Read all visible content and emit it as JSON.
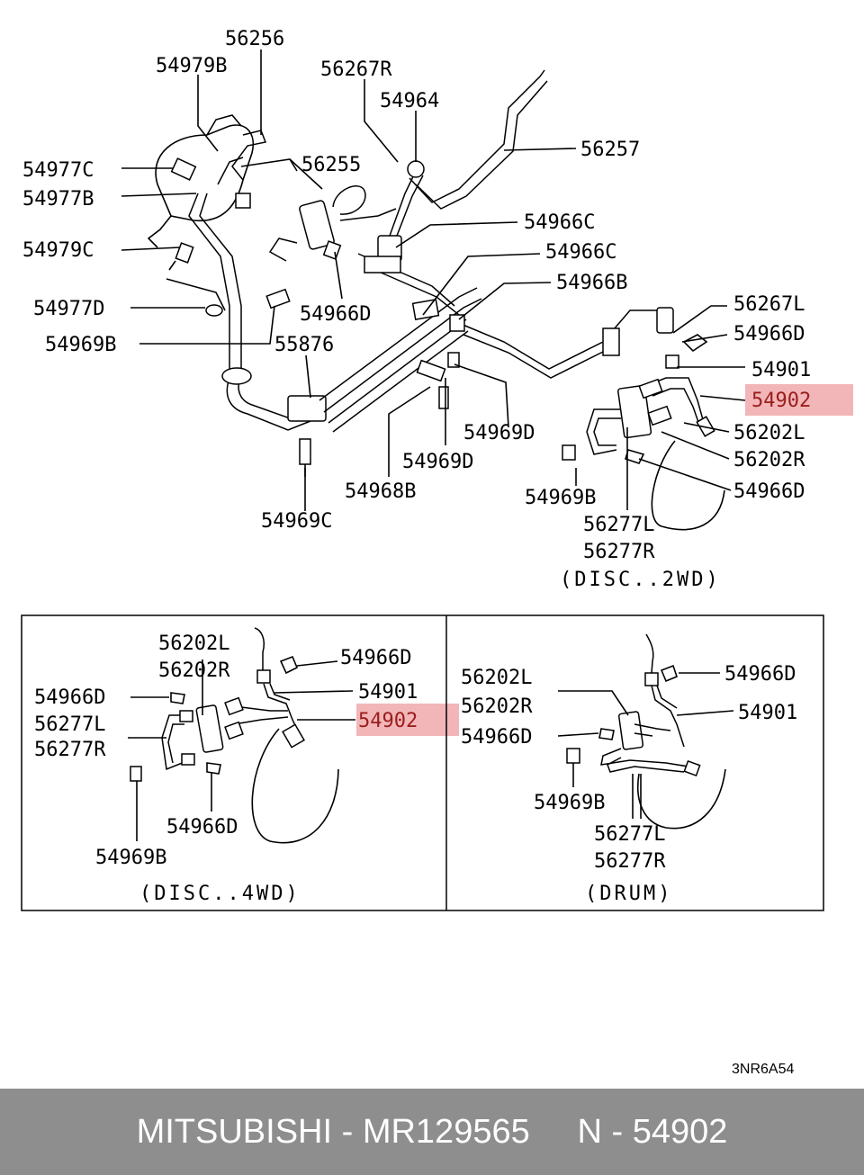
{
  "labels": {
    "l56256": "56256",
    "l54979B": "54979B",
    "l56267R": "56267R",
    "l54964": "54964",
    "l56257": "56257",
    "l54977C": "54977C",
    "l56255": "56255",
    "l54977B": "54977B",
    "l54966C_1": "54966C",
    "l54979C": "54979C",
    "l54966C_2": "54966C",
    "l54966B": "54966B",
    "l54977D": "54977D",
    "l54966D_main": "54966D",
    "l56267L": "56267L",
    "l54969B_main": "54969B",
    "l55876": "55876",
    "l54966D_r": "54966D",
    "l54901_r": "54901",
    "l54902_r": "54902",
    "l56202L_r": "56202L",
    "l56202R_r": "56202R",
    "l54969D_1": "54969D",
    "l54969D_2": "54969D",
    "l54968B": "54968B",
    "l54966D_r2": "54966D",
    "l54969B_r": "54969B",
    "l54969C": "54969C",
    "l56277L_r": "56277L",
    "l56277R_r": "56277R",
    "cap_disc2wd": "(DISC..2WD)",
    "b1_56202L": "56202L",
    "b1_56202R": "56202R",
    "b1_54966D_top": "54966D",
    "b1_54966D_left": "54966D",
    "b1_54901": "54901",
    "b1_56277L": "56277L",
    "b1_56277R": "56277R",
    "b1_54902": "54902",
    "b1_54966D_bot": "54966D",
    "b1_54969B": "54969B",
    "cap_disc4wd": "(DISC..4WD)",
    "b2_56202L": "56202L",
    "b2_56202R": "56202R",
    "b2_54966D_top": "54966D",
    "b2_54901": "54901",
    "b2_54966D_left": "54966D",
    "b2_54969B": "54969B",
    "b2_56277L": "56277L",
    "b2_56277R": "56277R",
    "cap_drum": "(DRUM)",
    "diagram_code": "3NR6A54"
  },
  "highlight": {
    "part": "54902",
    "color": "#f2b6b8"
  },
  "footer": {
    "text": "MITSUBISHI - MR129565     N - 54902"
  },
  "colors": {
    "footer_bg": "#8e8e8e",
    "footer_text": "#ffffff"
  }
}
